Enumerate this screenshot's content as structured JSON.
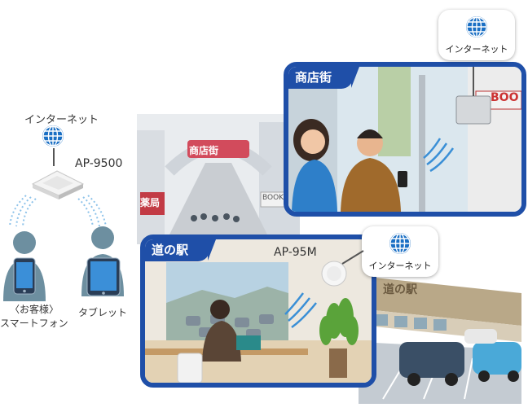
{
  "left_diagram": {
    "internet_label": "インターネット",
    "router_label": "AP-9500",
    "device1_label_line1": "〈お客様〉",
    "device1_label_line2": "スマートフォン",
    "device2_label": "タブレット"
  },
  "street_scene": {
    "arch_sign": "商店街",
    "shop_sign_left": "薬局",
    "shop_sign_right": "BOOK"
  },
  "panel_shopping": {
    "tag": "商店街",
    "internet_badge": "インターネット",
    "wall_sign": "BOO"
  },
  "panel_station": {
    "tag": "道の駅",
    "device_label": "AP-95M",
    "internet_badge": "インターネット"
  },
  "station_building": {
    "sign": "道の駅"
  },
  "colors": {
    "panel_border": "#1f4fa8",
    "globe_blue": "#1a6fc4",
    "wave_blue": "#3a8fd6"
  },
  "icons": [
    "globe-icon",
    "router-icon",
    "person-icon",
    "smartphone-icon",
    "tablet-icon",
    "access-point-icon",
    "wifi-waves-icon"
  ]
}
